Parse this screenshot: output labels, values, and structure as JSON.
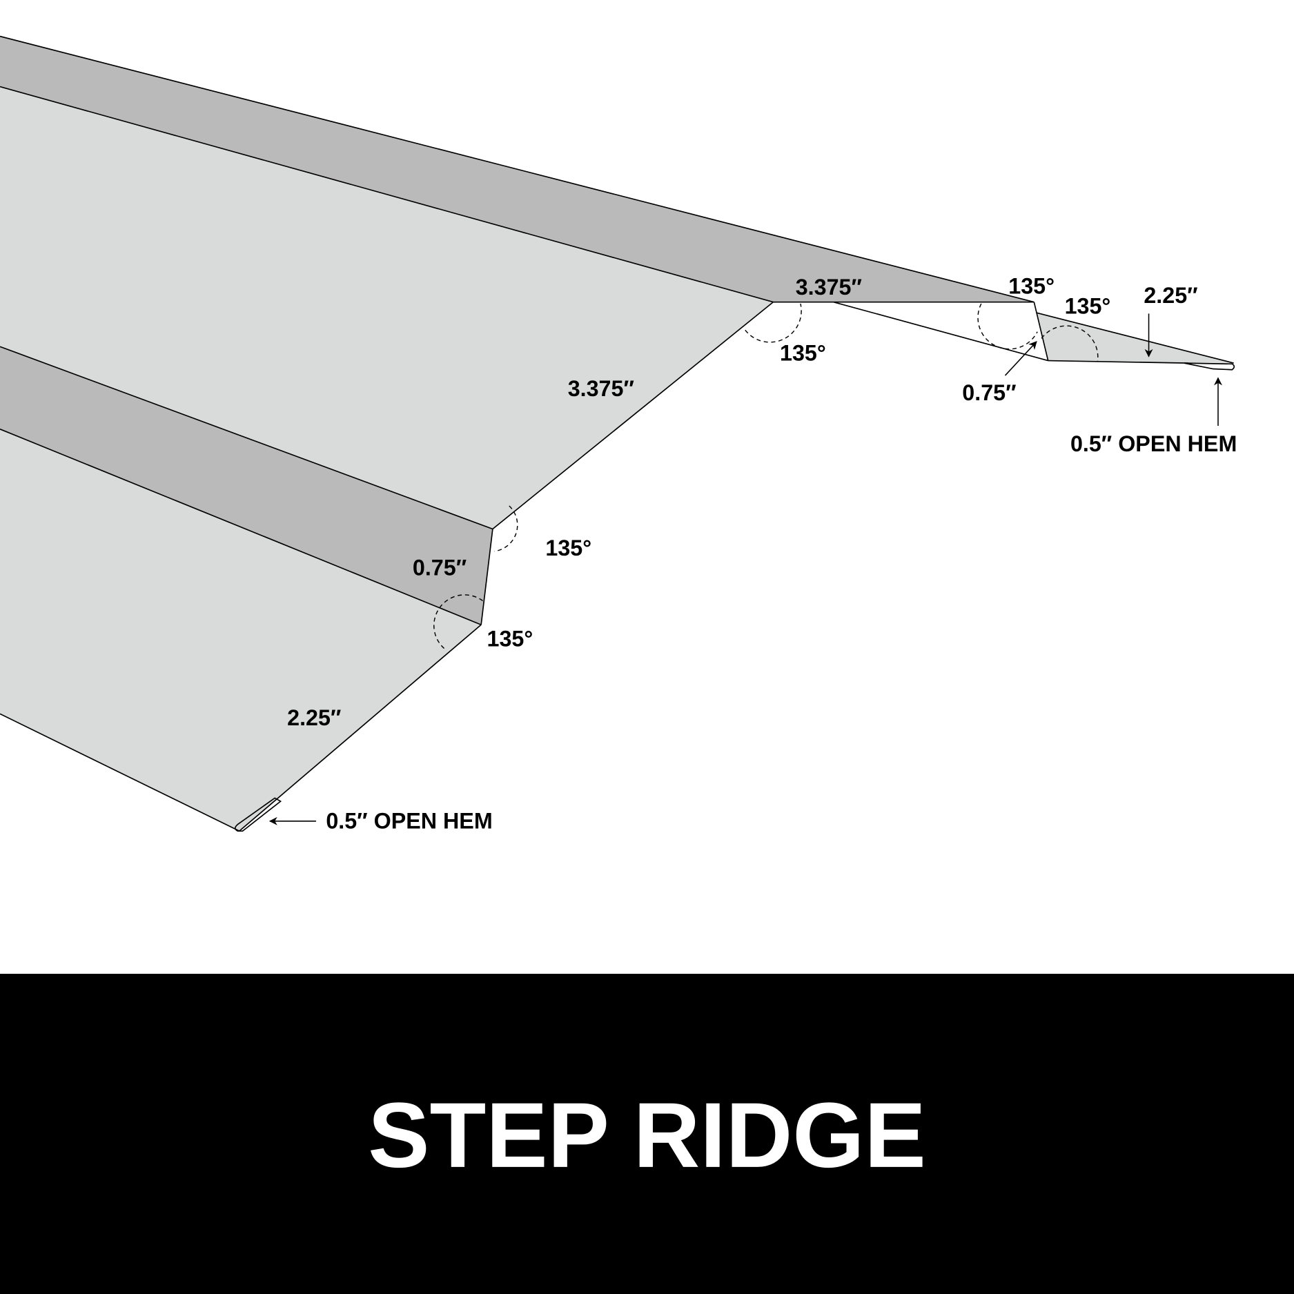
{
  "title": "STEP RIDGE",
  "colors": {
    "dark_face": "#bababa",
    "light_face": "#d9dbda",
    "banner": "#000000",
    "title_text": "#ffffff"
  },
  "labels": {
    "top_flat": "3.375″",
    "top_angle_1": "135°",
    "top_angle_2": "135°",
    "top_flange": "2.25″",
    "ridge_angle": "135°",
    "top_step": "0.75″",
    "top_hem": "0.5″ OPEN HEM",
    "main_face": "3.375″",
    "step_angle_upper": "135°",
    "left_step": "0.75″",
    "step_angle_lower": "135°",
    "left_flange": "2.25″",
    "left_hem": "0.5″ OPEN HEM"
  }
}
